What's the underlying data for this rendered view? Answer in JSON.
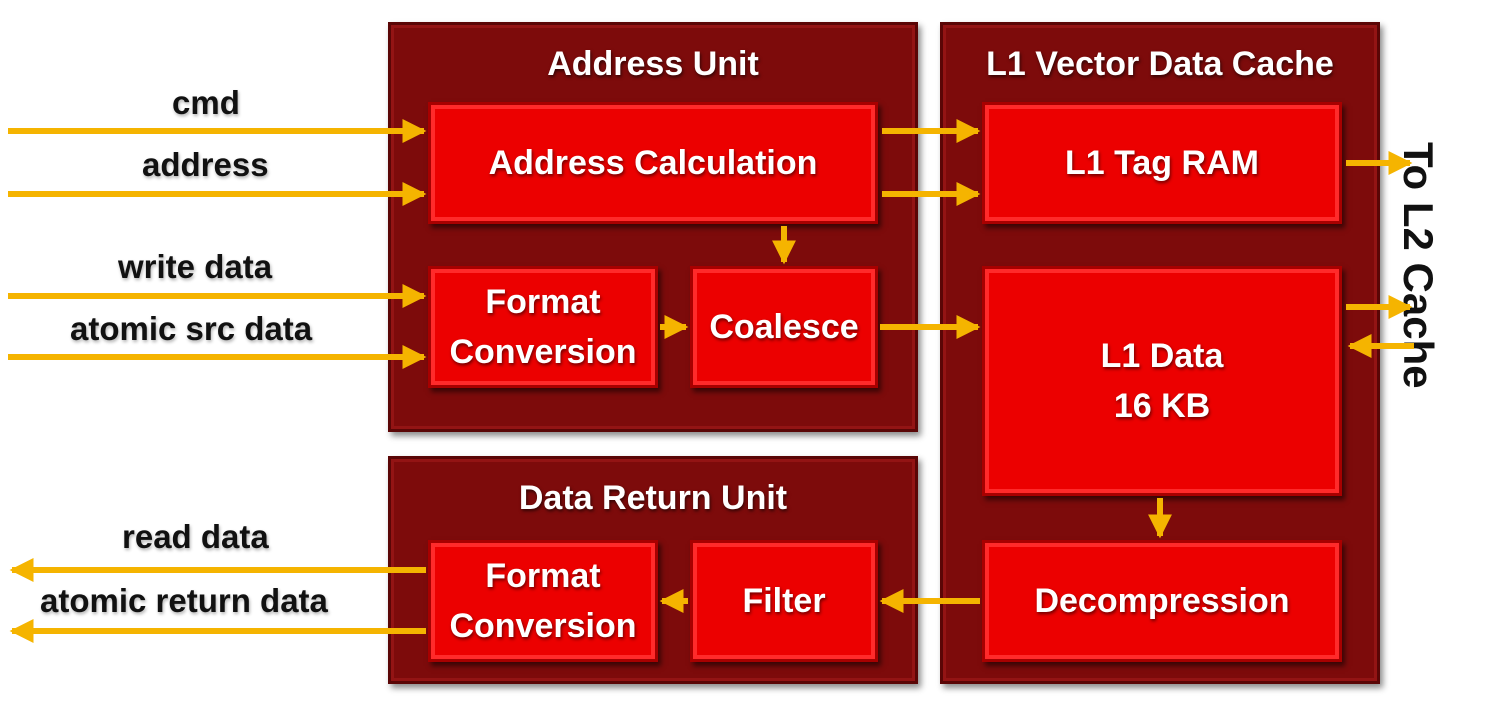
{
  "units": {
    "address_unit": "Address Unit",
    "l1_cache": "L1 Vector Data Cache",
    "data_return_unit": "Data Return Unit"
  },
  "blocks": {
    "address_calculation": "Address Calculation",
    "format_conversion_in_1": "Format",
    "format_conversion_in_2": "Conversion",
    "coalesce": "Coalesce",
    "l1_tag_ram": "L1 Tag RAM",
    "l1_data_1": "L1 Data",
    "l1_data_2": "16 KB",
    "format_conversion_out_1": "Format",
    "format_conversion_out_2": "Conversion",
    "filter": "Filter",
    "decompression": "Decompression"
  },
  "signals": {
    "cmd": "cmd",
    "address": "address",
    "write_data": "write data",
    "atomic_src_data": "atomic src data",
    "read_data": "read data",
    "atomic_return_data": "atomic return data",
    "to_l2_cache": "To L2 Cache"
  },
  "colors": {
    "unit_fill": "#7d0b0b",
    "block_fill": "#ec0000",
    "arrow": "#f5b400"
  }
}
